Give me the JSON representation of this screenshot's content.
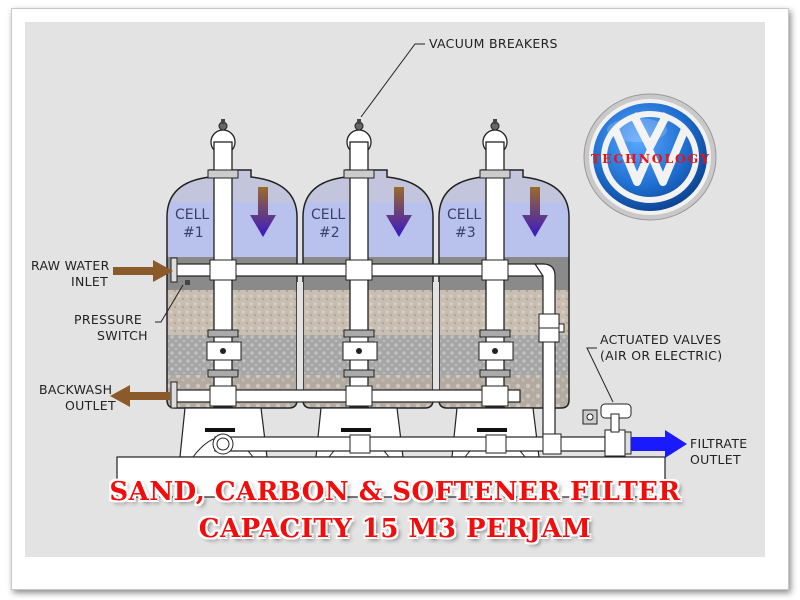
{
  "diagram": {
    "title_line1": "SAND, CARBON & SOFTENER FILTER",
    "title_line2": "CAPACITY 15 M3 PERJAM",
    "logo": {
      "icon": "vw-logo-icon",
      "text": "TECHNOLOGY"
    },
    "callouts": {
      "vacuum_breakers": "VACUUM BREAKERS",
      "raw_water_line1": "RAW WATER",
      "raw_water_line2": "INLET",
      "pressure_line1": "PRESSURE",
      "pressure_line2": "SWITCH",
      "backwash_line1": "BACKWASH",
      "backwash_line2": "OUTLET",
      "actuated_line1": "ACTUATED VALVES",
      "actuated_line2": "(AIR OR ELECTRIC)",
      "filtrate_line1": "FILTRATE",
      "filtrate_line2": "OUTLET"
    },
    "cells": [
      {
        "label": "CELL",
        "number": "#1"
      },
      {
        "label": "CELL",
        "number": "#2"
      },
      {
        "label": "CELL",
        "number": "#3"
      }
    ],
    "colors": {
      "background": "#e3e3e3",
      "water": "#b9c2ec",
      "freeboard": "#8a8a8a",
      "sand": "#c9beb2",
      "gravel": "#a9a9a9",
      "inlet_arrow": "#8a5a2b",
      "filtrate_arrow": "#1a1aff",
      "title": "#f20d0d",
      "logo_blue": "#1f6fd1"
    }
  }
}
